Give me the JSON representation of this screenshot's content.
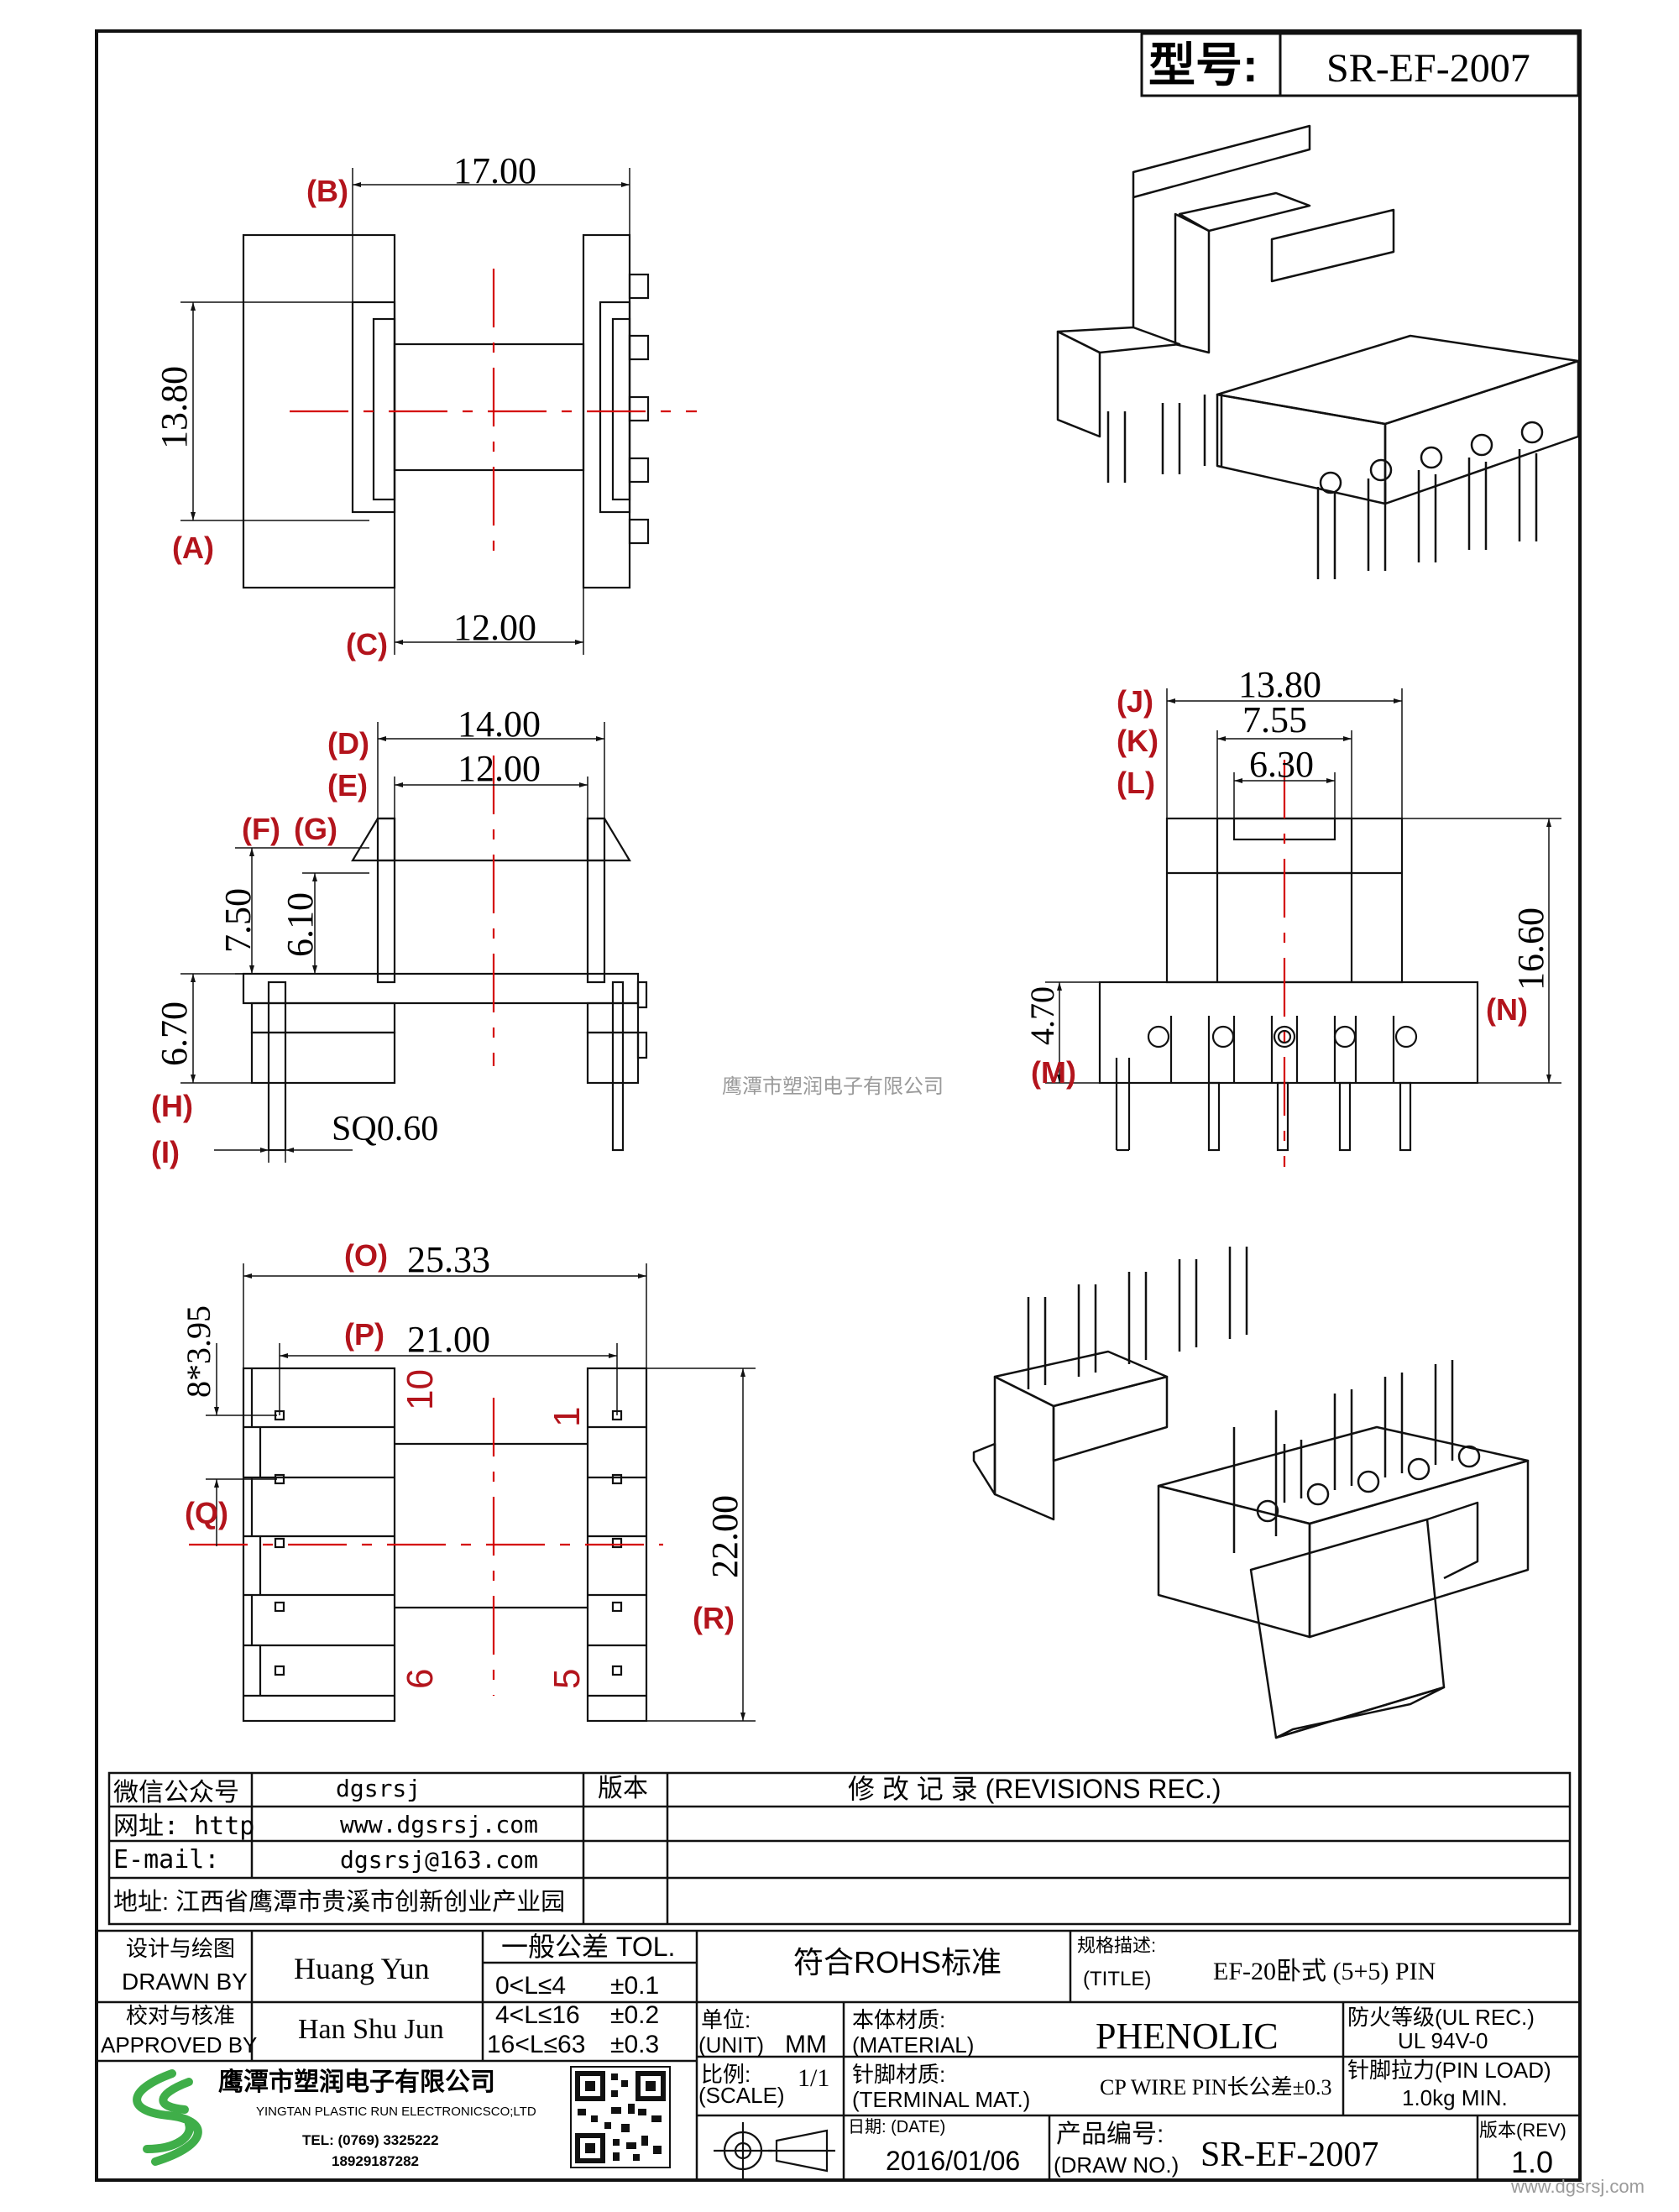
{
  "header": {
    "model_label": "型号:",
    "model_no": "SR-EF-2007"
  },
  "top_view": {
    "labels": {
      "B": "(B)",
      "A": "(A)",
      "C": "(C)"
    },
    "dims": {
      "B": "17.00",
      "A": "13.80",
      "C": "12.00"
    }
  },
  "side_view": {
    "labels": {
      "D": "(D)",
      "E": "(E)",
      "F": "(F)",
      "G": "(G)",
      "H": "(H)",
      "I": "(I)"
    },
    "dims": {
      "D": "14.00",
      "E": "12.00",
      "F": "7.50",
      "G": "6.10",
      "H": "6.70",
      "I": "SQ0.60"
    }
  },
  "front_view": {
    "labels": {
      "J": "(J)",
      "K": "(K)",
      "L": "(L)",
      "M": "(M)",
      "N": "(N)"
    },
    "dims": {
      "J": "13.80",
      "K": "7.55",
      "L": "6.30",
      "M": "4.70",
      "N": "16.60"
    }
  },
  "bottom_view": {
    "labels": {
      "O": "(O)",
      "P": "(P)",
      "Q": "(Q)",
      "R": "(R)"
    },
    "dims": {
      "O": "25.33",
      "P": "21.00",
      "Q": "8*3.95",
      "R": "22.00"
    },
    "pins": {
      "p10": "10",
      "p1": "1",
      "p6": "6",
      "p5": "5"
    }
  },
  "watermark": "鹰潭市塑润电子有限公司",
  "info": {
    "wechat_label": "微信公众号",
    "wechat": "dgsrsj",
    "web_label": "网址: http",
    "web": "www.dgsrsj.com",
    "email_label": "E-mail:",
    "email": "dgsrsj@163.com",
    "address": "地址: 江西省鹰潭市贵溪市创新创业产业园"
  },
  "revision": {
    "version_label": "版本",
    "title": "修 改 记 录  (REVISIONS REC.)"
  },
  "title_block": {
    "design_cn": "设计与绘图",
    "design_en": "DRAWN BY",
    "drawn_by": "Huang  Yun",
    "check_cn": "校对与核准",
    "check_en": "APPROVED BY",
    "approved_by": "Han Shu Jun",
    "tol_title": "一般公差  TOL.",
    "tol_rows": [
      {
        "range": "0<L≤4",
        "value": "±0.1"
      },
      {
        "range": "4<L≤16",
        "value": "±0.2"
      },
      {
        "range": "16<L≤63",
        "value": "±0.3"
      }
    ],
    "rohs": "符合ROHS标准",
    "title_cn": "规格描述:",
    "title_en": "(TITLE)",
    "title": "EF-20卧式 (5+5) PIN",
    "unit_cn": "单位:",
    "unit_en": "(UNIT)",
    "unit": "MM",
    "material_cn": "本体材质:",
    "material_en": "(MATERIAL)",
    "material": "PHENOLIC",
    "fire_cn": "防火等级(UL REC.)",
    "fire": "UL 94V-0",
    "scale_cn": "比例:",
    "scale_en": "(SCALE)",
    "scale": "1/1",
    "terminal_cn": "针脚材质:",
    "terminal_en": "(TERMINAL MAT.)",
    "terminal": "CP WIRE  PIN长公差±0.3",
    "pin_load_cn": "针脚拉力(PIN LOAD)",
    "pin_load": "1.0kg MIN.",
    "date_label": "日期: (DATE)",
    "date": "2016/01/06",
    "draw_no_cn": "产品编号:",
    "draw_no_en": "(DRAW NO.)",
    "draw_no": "SR-EF-2007",
    "rev_label": "版本(REV)",
    "rev": "1.0"
  },
  "company": {
    "name": "鹰潭市塑润电子有限公司",
    "name_en": "YINGTAN PLASTIC RUN ELECTRONICSCO;LTD",
    "tel": "TEL: (0769) 3325222",
    "mobile": "18929187282"
  },
  "corner_watermark": "www.dgsrsj.com",
  "colors": {
    "dim_label": "#b3141c",
    "centerline": "#d40000",
    "line": "#111111",
    "watermark": "#9a9a9a",
    "logo_green": "#3fae49"
  }
}
